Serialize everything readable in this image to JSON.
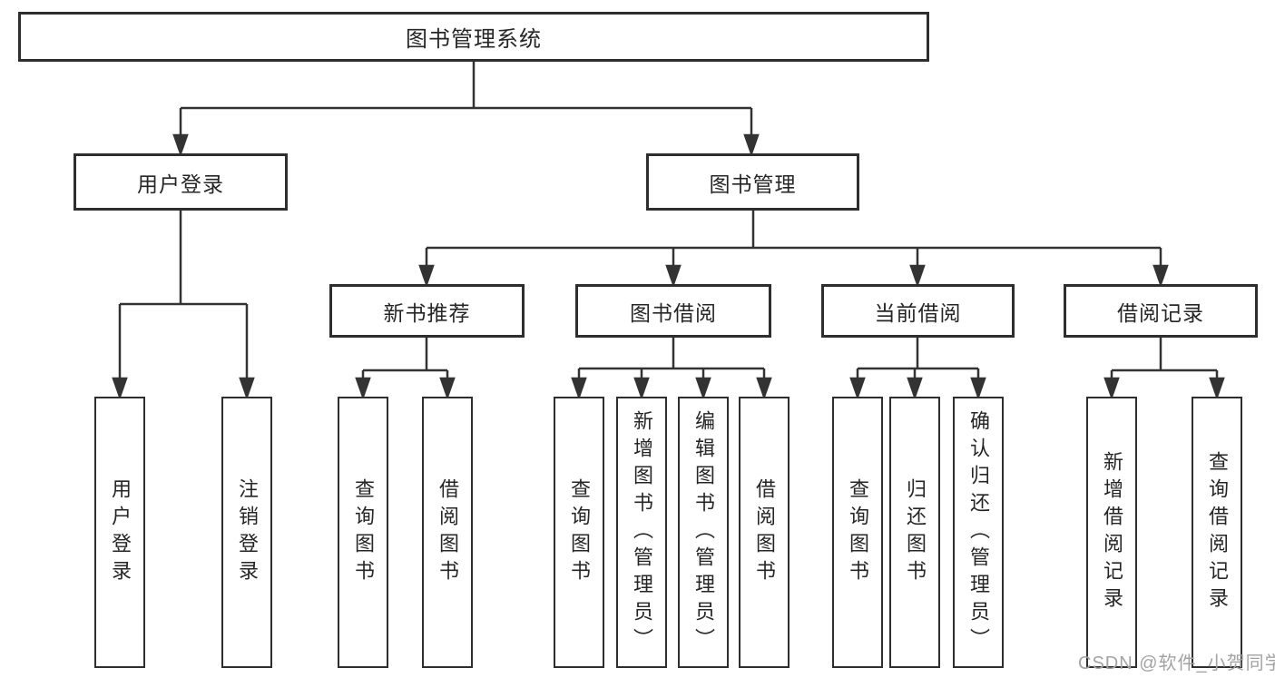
{
  "diagram": {
    "root": {
      "label": "图书管理系统"
    },
    "level2": [
      {
        "label": "用户登录"
      },
      {
        "label": "图书管理"
      }
    ],
    "level3": [
      {
        "label": "新书推荐"
      },
      {
        "label": "图书借阅"
      },
      {
        "label": "当前借阅"
      },
      {
        "label": "借阅记录"
      }
    ],
    "leaves": {
      "user_login": [
        "用户登录",
        "注销登录"
      ],
      "new_books": [
        "查询图书",
        "借阅图书"
      ],
      "book_borrow": [
        "查询图书",
        "新增图书（管理员）",
        "编辑图书（管理员）",
        "借阅图书"
      ],
      "current_borrow": [
        "查询图书",
        "归还图书",
        "确认归还（管理员）"
      ],
      "borrow_records": [
        "新增借阅记录",
        "查询借阅记录"
      ]
    }
  },
  "watermark": {
    "text": "CSDN @软件_小贺同学"
  },
  "colors": {
    "line": "#333333",
    "border": "#2e2e2e",
    "text": "#262626",
    "watermark": "#a3a3a3"
  }
}
